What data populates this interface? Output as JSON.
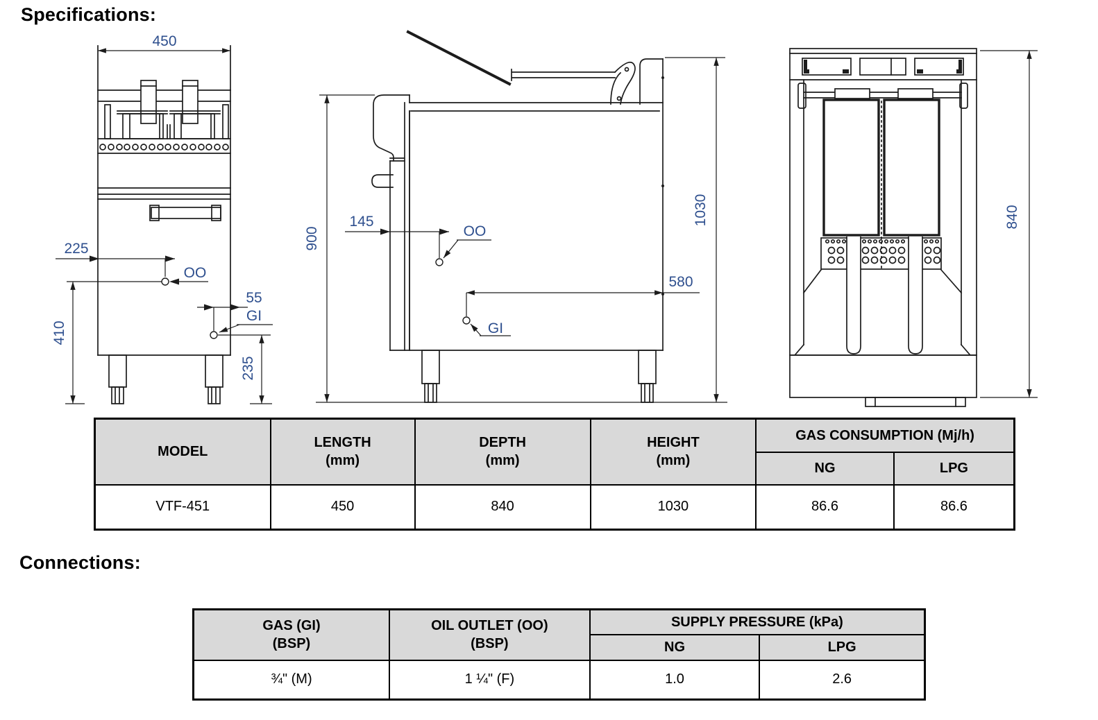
{
  "page": {
    "specifications_heading": "Specifications:",
    "connections_heading": "Connections:"
  },
  "colors": {
    "dimension_text": "#2e4f8e",
    "drawing_line": "#1c1c1c",
    "table_header_bg": "#d9d9d9",
    "table_border": "#000000"
  },
  "drawings": {
    "front_view": {
      "dims": {
        "width": "450",
        "oo_from_left": "225",
        "gi_from_right": "55",
        "oo_height": "410",
        "gi_height": "235"
      },
      "ports": {
        "oil_outlet": "OO",
        "gas_inlet": "GI"
      }
    },
    "side_view": {
      "dims": {
        "front_height": "900",
        "oo_from_front": "145",
        "gi_to_rear": "580",
        "overall_height": "1030"
      },
      "ports": {
        "oil_outlet": "OO",
        "gas_inlet": "GI"
      }
    },
    "rear_view": {
      "dims": {
        "overall_depth": "840"
      }
    }
  },
  "spec_table": {
    "headers": {
      "model": "MODEL",
      "length": "LENGTH\n(mm)",
      "depth": "DEPTH\n(mm)",
      "height": "HEIGHT\n(mm)",
      "gas_consumption": "GAS CONSUMPTION (Mj/h)",
      "ng": "NG",
      "lpg": "LPG"
    },
    "rows": [
      {
        "model": "VTF-451",
        "length": "450",
        "depth": "840",
        "height": "1030",
        "ng": "86.6",
        "lpg": "86.6"
      }
    ]
  },
  "connections_table": {
    "headers": {
      "gas": "GAS (GI)\n(BSP)",
      "oil_outlet": "OIL OUTLET (OO)\n(BSP)",
      "supply_pressure": "SUPPLY PRESSURE (kPa)",
      "ng": "NG",
      "lpg": "LPG"
    },
    "rows": [
      {
        "gas": "¾\" (M)",
        "oil_outlet": "1 ¼\" (F)",
        "ng": "1.0",
        "lpg": "2.6"
      }
    ]
  }
}
